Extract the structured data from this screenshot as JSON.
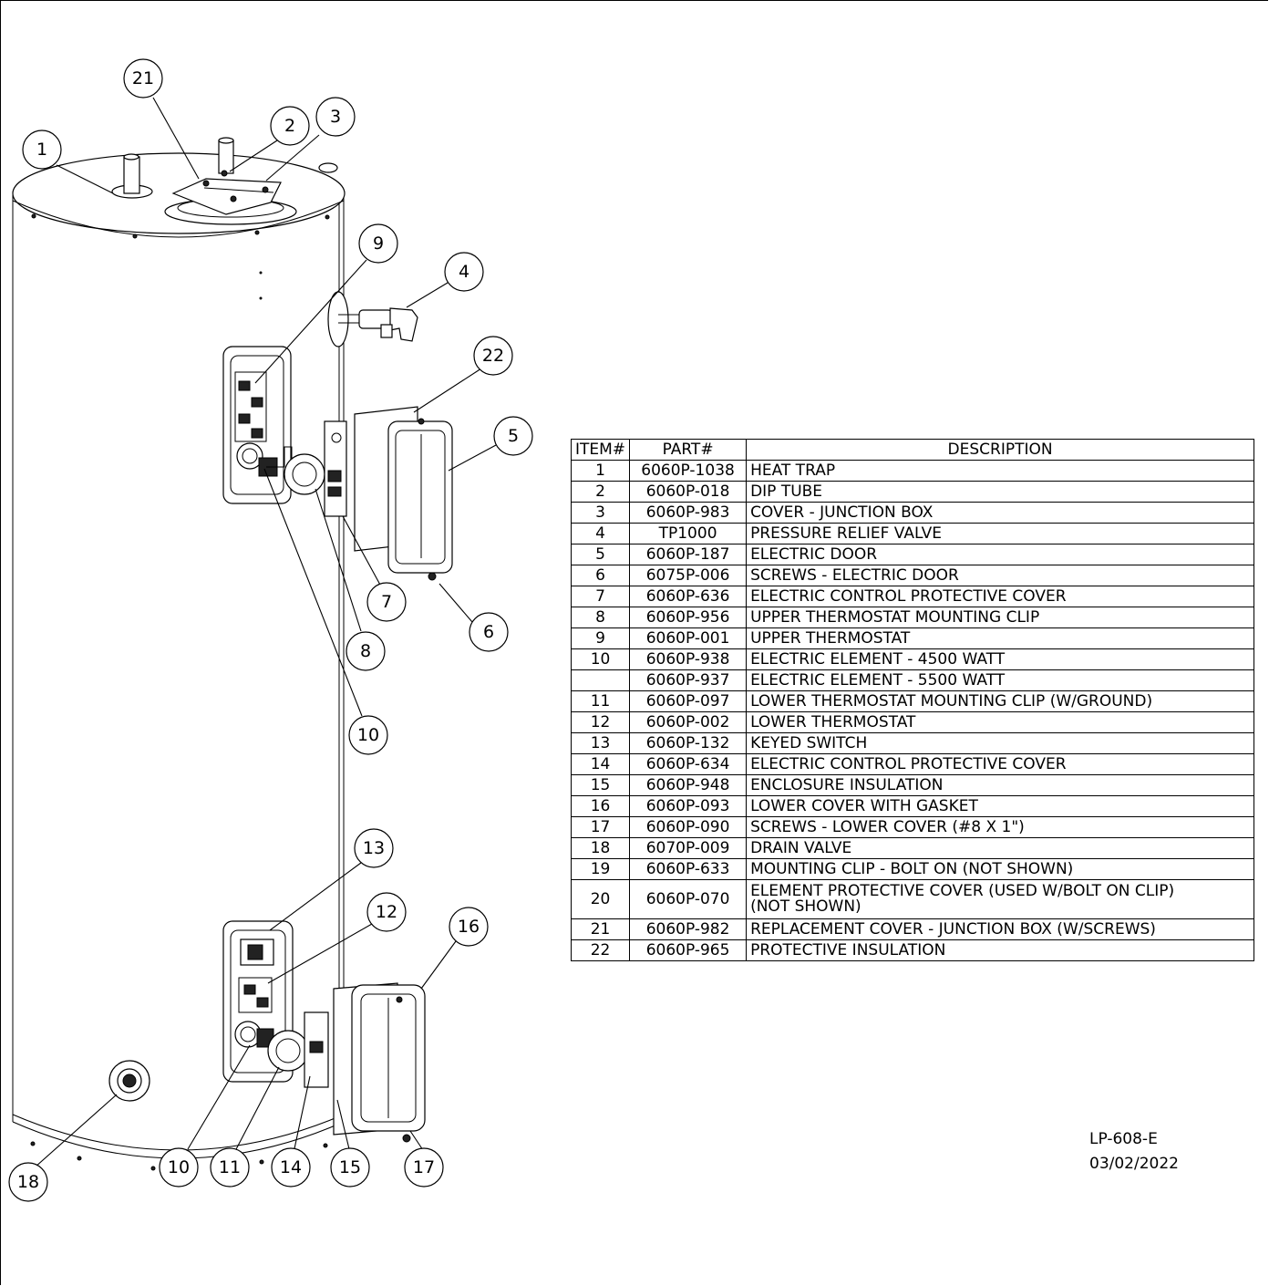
{
  "table": {
    "headers": [
      "ITEM#",
      "PART#",
      "DESCRIPTION"
    ],
    "rows": [
      {
        "item": "1",
        "part": "6060P-1038",
        "desc": "HEAT TRAP"
      },
      {
        "item": "2",
        "part": "6060P-018",
        "desc": "DIP TUBE"
      },
      {
        "item": "3",
        "part": "6060P-983",
        "desc": "COVER - JUNCTION BOX"
      },
      {
        "item": "4",
        "part": "TP1000",
        "desc": "PRESSURE RELIEF VALVE"
      },
      {
        "item": "5",
        "part": "6060P-187",
        "desc": "ELECTRIC DOOR"
      },
      {
        "item": "6",
        "part": "6075P-006",
        "desc": "SCREWS - ELECTRIC DOOR"
      },
      {
        "item": "7",
        "part": "6060P-636",
        "desc": "ELECTRIC CONTROL PROTECTIVE COVER"
      },
      {
        "item": "8",
        "part": "6060P-956",
        "desc": "UPPER THERMOSTAT MOUNTING CLIP"
      },
      {
        "item": "9",
        "part": "6060P-001",
        "desc": "UPPER THERMOSTAT"
      },
      {
        "item": "10",
        "part": "6060P-938",
        "desc": "ELECTRIC ELEMENT - 4500 WATT"
      },
      {
        "item": "",
        "part": "6060P-937",
        "desc": "ELECTRIC ELEMENT - 5500 WATT"
      },
      {
        "item": "11",
        "part": "6060P-097",
        "desc": "LOWER THERMOSTAT MOUNTING CLIP (W/GROUND)"
      },
      {
        "item": "12",
        "part": "6060P-002",
        "desc": "LOWER THERMOSTAT"
      },
      {
        "item": "13",
        "part": "6060P-132",
        "desc": "KEYED SWITCH"
      },
      {
        "item": "14",
        "part": "6060P-634",
        "desc": "ELECTRIC CONTROL PROTECTIVE COVER"
      },
      {
        "item": "15",
        "part": "6060P-948",
        "desc": "ENCLOSURE INSULATION"
      },
      {
        "item": "16",
        "part": "6060P-093",
        "desc": "LOWER COVER WITH GASKET"
      },
      {
        "item": "17",
        "part": "6060P-090",
        "desc": "SCREWS - LOWER COVER (#8 X 1\")"
      },
      {
        "item": "18",
        "part": "6070P-009",
        "desc": "DRAIN VALVE"
      },
      {
        "item": "19",
        "part": "6060P-633",
        "desc": "MOUNTING CLIP - BOLT ON (NOT SHOWN)"
      },
      {
        "item": "20",
        "part": "6060P-070",
        "desc": "ELEMENT PROTECTIVE COVER (USED W/BOLT ON CLIP)",
        "desc2": "(NOT SHOWN)"
      },
      {
        "item": "21",
        "part": "6060P-982",
        "desc": "REPLACEMENT COVER - JUNCTION BOX (W/SCREWS)"
      },
      {
        "item": "22",
        "part": "6060P-965",
        "desc": "PROTECTIVE INSULATION"
      }
    ]
  },
  "callouts": [
    "1",
    "2",
    "3",
    "4",
    "5",
    "6",
    "7",
    "8",
    "9",
    "10",
    "10",
    "11",
    "12",
    "13",
    "14",
    "15",
    "16",
    "17",
    "18",
    "21",
    "22"
  ],
  "drawing_number": "LP-608-E",
  "drawing_date": "03/02/2022"
}
